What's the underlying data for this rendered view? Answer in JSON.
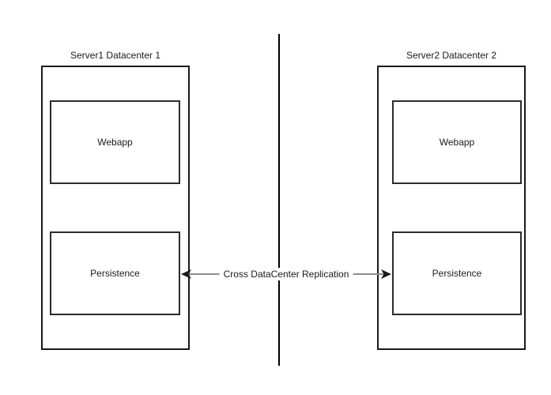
{
  "diagram": {
    "background": "#ffffff",
    "datacenters": [
      {
        "title": "Server1 Datacenter 1",
        "components": [
          {
            "label": "Webapp"
          },
          {
            "label": "Persistence"
          }
        ]
      },
      {
        "title": "Server2 Datacenter 2",
        "components": [
          {
            "label": "Webapp"
          },
          {
            "label": "Persistence"
          }
        ]
      }
    ],
    "connector": {
      "label": "Cross DataCenter Replication",
      "direction": "bidirectional",
      "line_color": "#8c8c8c",
      "arrowhead_color": "#1a1a1a"
    },
    "separator": {
      "orientation": "vertical",
      "color": "#000000"
    },
    "colors": {
      "box_border": "#1a1a1a",
      "text": "#1a1a1a"
    }
  }
}
